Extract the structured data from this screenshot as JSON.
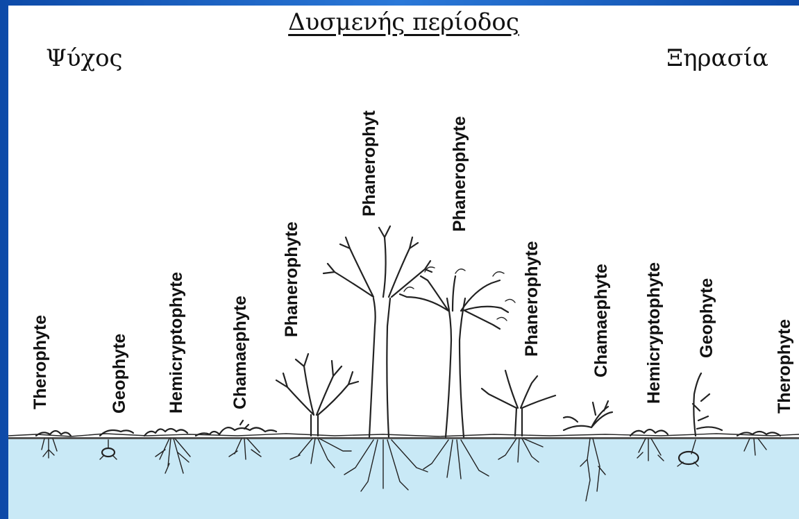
{
  "diagram": {
    "title": "Δυσμενής περίοδος",
    "label_left": "Ψύχος",
    "label_right": "Ξηρασία",
    "colors": {
      "frame": "#1a5fb4",
      "soil": "#c9e9f6",
      "background": "#ffffff"
    },
    "life_forms": [
      "Therophyte",
      "Geophyte",
      "Hemicryptophyte",
      "Chamaephyte",
      "Phanerophyte",
      "Phanerophyt",
      "Phanerophyte",
      "Phanerophyte",
      "Chamaephyte",
      "Hemicryptophyte",
      "Geophyte",
      "Therophyte"
    ]
  }
}
